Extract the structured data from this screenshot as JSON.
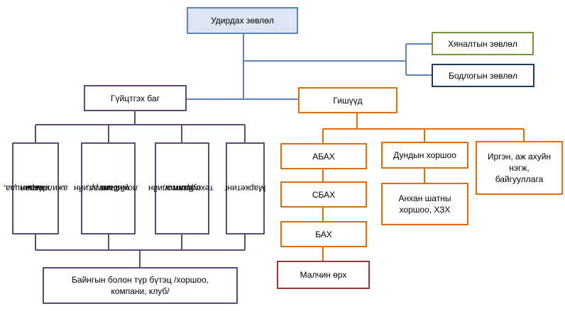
{
  "board": {
    "label": "Удирдах зөвлөл"
  },
  "side_boards": [
    {
      "label": "Хяналтын зөвлөл"
    },
    {
      "label": "Бодлогын зөвлөл"
    }
  ],
  "exec_team": {
    "label": "Гүйцтгэх баг",
    "departments": [
      {
        "line1": "Харилцаа,",
        "line2": "хамтын",
        "line3": "ажиллагаа"
      },
      {
        "line1": "Санхүүгийн",
        "line2": "үйлчилгээ,",
        "line3": "ложистик"
      },
      {
        "line1": "Бэлтгэлийн",
        "line2": "судалгаа,",
        "line3": "технологи"
      },
      {
        "line1": "Маркетинг"
      }
    ],
    "permanent": {
      "line1": "Байнгын болон түр бүтэц /хоршоо,",
      "line2": "компани, клуб/"
    }
  },
  "members": {
    "label": "Гишүүд",
    "chain": [
      "АБАХ",
      "СБАХ",
      "БАХ"
    ],
    "herder": "Малчин өрх",
    "middle": {
      "label": "Дундын хоршоо",
      "sub_line1": "Анхан шатны",
      "sub_line2": "хоршоо, ХЗХ"
    },
    "citizens": {
      "line1": "Иргэн, аж ахуйн",
      "line2": "нэгж,",
      "line3": "байгууллага"
    }
  },
  "colors": {
    "blue": "#5b84b7",
    "green": "#77933c",
    "navy": "#1f3864",
    "purple": "#5f497a",
    "orange": "#e46c0a",
    "brown": "#953735"
  }
}
